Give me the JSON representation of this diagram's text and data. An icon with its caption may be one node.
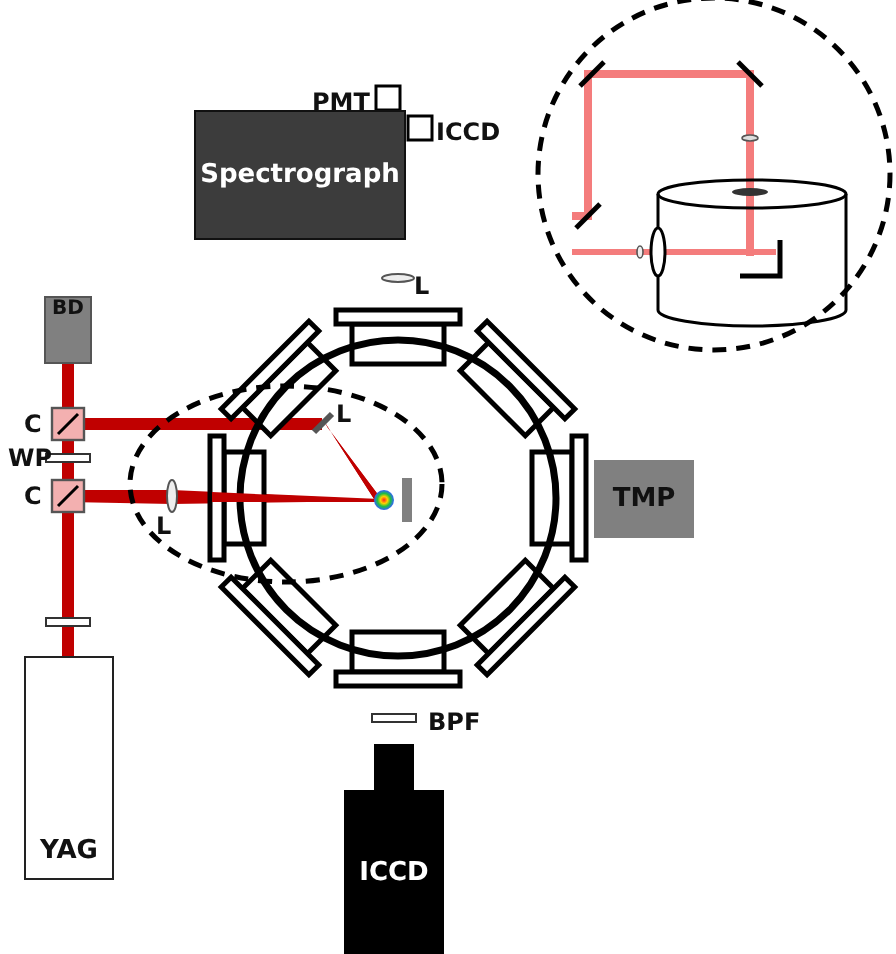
{
  "diagram": {
    "nodes": [
      {
        "text": [
          "Spectrograph"
        ]
      },
      {
        "text": [
          "BD"
        ]
      },
      {
        "text": [
          "TMP"
        ]
      },
      {
        "text": [
          "YAG"
        ]
      },
      {
        "text": [
          "ICCD"
        ]
      }
    ],
    "labels": [
      "PMT",
      "ICCD",
      "L",
      "L",
      "C",
      "WP",
      "C",
      "L",
      "BPF"
    ]
  }
}
